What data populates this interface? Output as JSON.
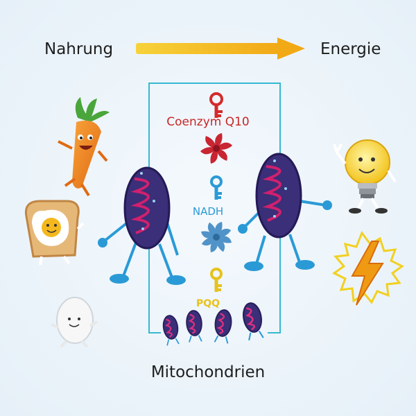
{
  "header": {
    "input_label": "Nahrung",
    "output_label": "Energie"
  },
  "center": {
    "cofactors": [
      {
        "label": "Coenzym Q10",
        "color": "#c92626",
        "key_icon": "red-key-icon",
        "fan_icon": "red-fan-icon"
      },
      {
        "label": "NADH",
        "color": "#2a9ad6",
        "key_icon": "blue-key-icon",
        "fan_icon": "blue-fan-icon"
      },
      {
        "label": "PQQ",
        "color": "#e8c21a",
        "key_icon": "yellow-key-icon"
      }
    ],
    "box_color": "#35b9d0"
  },
  "footer": {
    "label": "Mitochondrien"
  },
  "foods": [
    "carrot-icon",
    "toast-egg-icon",
    "egg-icon"
  ],
  "energy_icons": [
    "lightbulb-icon",
    "lightning-icon"
  ],
  "colors": {
    "arrow": "#f5c21c",
    "mito_outer": "#3a2f78",
    "mito_inner": "#d0206e"
  }
}
